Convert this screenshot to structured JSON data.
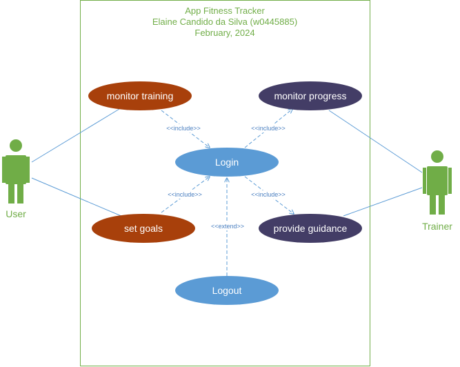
{
  "title": {
    "line1": "App Fitness Tracker",
    "line2": "Elaine Candido da Silva (w0445885)",
    "line3": "February, 2024"
  },
  "actors": {
    "user": "User",
    "trainer": "Trainer"
  },
  "use_cases": {
    "monitor_training": "monitor training",
    "monitor_progress": "monitor progress",
    "login": "Login",
    "set_goals": "set goals",
    "provide_guidance": "provide guidance",
    "logout": "Logout"
  },
  "relations": {
    "include": "<<include>>",
    "extend": "<<extend>>"
  },
  "colors": {
    "boundary": "#70ad47",
    "actor": "#70ad47",
    "orange_usecase": "#a8400b",
    "purple_usecase": "#433d66",
    "blue_usecase": "#5b9bd5",
    "line": "#5b9bd5"
  }
}
